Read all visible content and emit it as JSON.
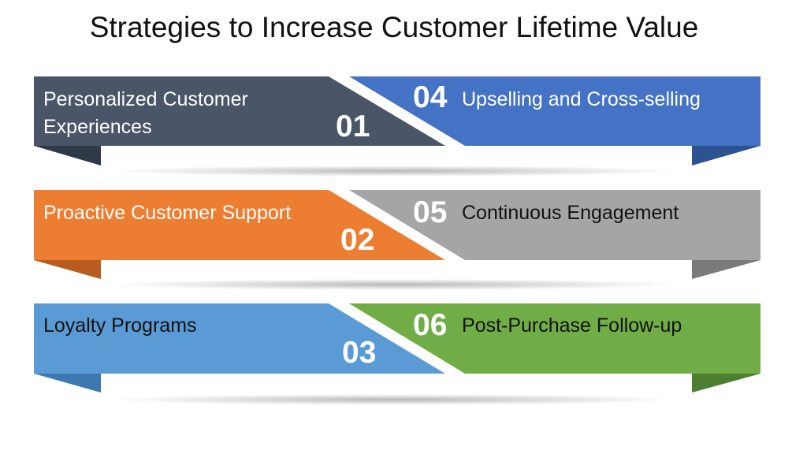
{
  "title": "Strategies to Increase Customer Lifetime Value",
  "colors": {
    "slate": "#4a5568",
    "blue": "#4472c4",
    "orange": "#ed7d31",
    "gray": "#a5a5a5",
    "light_blue": "#5b9bd5",
    "green": "#70ad47"
  },
  "rows": [
    {
      "left": {
        "number": "01",
        "label_lines": [
          "Personalized Customer",
          "Experiences"
        ],
        "color": "#4a5568",
        "fold": "#2f3a49",
        "text_color": "#ffffff"
      },
      "right": {
        "number": "04",
        "label": "Upselling and Cross-selling",
        "color": "#4472c4",
        "fold": "#2c5291",
        "text_color": "#ffffff"
      }
    },
    {
      "left": {
        "number": "02",
        "label_lines": [
          "Proactive Customer Support"
        ],
        "color": "#ed7d31",
        "fold": "#b85d1f",
        "text_color": "#ffffff"
      },
      "right": {
        "number": "05",
        "label": "Continuous Engagement",
        "color": "#a5a5a5",
        "fold": "#7a7a7a",
        "text_color": "#111111"
      }
    },
    {
      "left": {
        "number": "03",
        "label_lines": [
          "Loyalty Programs"
        ],
        "color": "#5b9bd5",
        "fold": "#3d79b0",
        "text_color": "#111111"
      },
      "right": {
        "number": "06",
        "label": "Post-Purchase Follow-up",
        "color": "#70ad47",
        "fold": "#4e7f30",
        "text_color": "#111111"
      }
    }
  ]
}
